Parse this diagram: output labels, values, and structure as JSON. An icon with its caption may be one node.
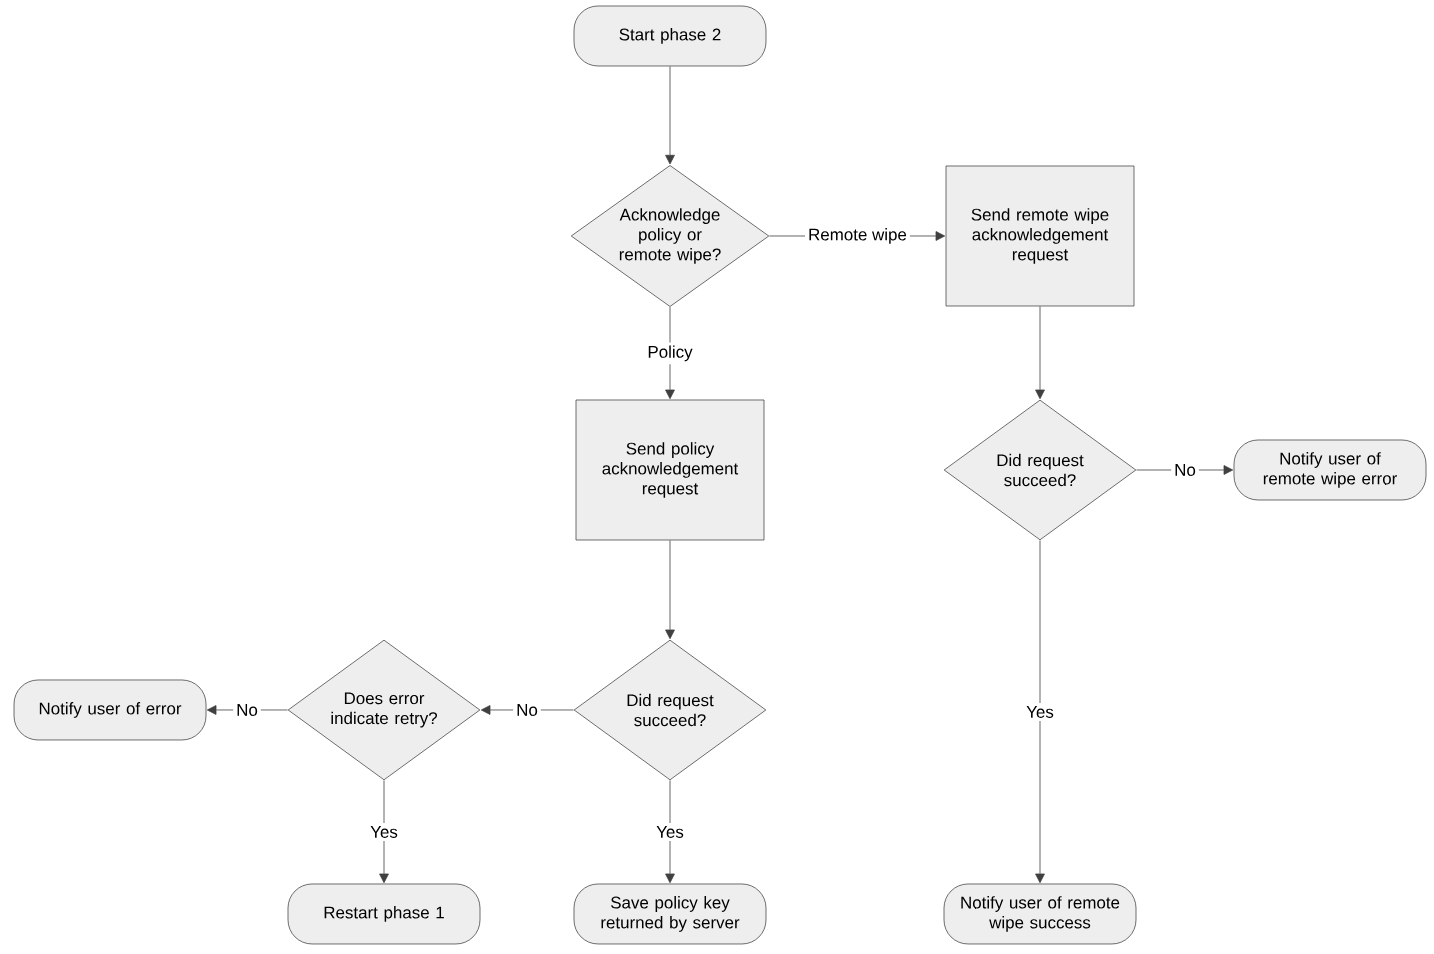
{
  "diagram": {
    "nodes": [
      {
        "text": [
          "Start phase 2"
        ]
      },
      {
        "text": [
          "Acknowledge policy or remote wipe?"
        ]
      },
      {
        "text": [
          "Send remote wipe acknowledgement request"
        ]
      },
      {
        "text": [
          "Send policy acknowledgement request"
        ]
      },
      {
        "text": [
          "Did request succeed?"
        ]
      },
      {
        "text": [
          "Notify user of remote wipe error"
        ]
      },
      {
        "text": [
          "Did request succeed?"
        ]
      },
      {
        "text": [
          "Does error indicate retry?"
        ]
      },
      {
        "text": [
          "Notify user of error"
        ]
      },
      {
        "text": [
          "Restart phase 1"
        ]
      },
      {
        "text": [
          "Save policy key returned by server"
        ]
      },
      {
        "text": [
          "Notify user of remote wipe success"
        ]
      }
    ],
    "edges": [
      {
        "from": 0,
        "to": 1,
        "arrow": "to"
      },
      {
        "from": 1,
        "to": 2,
        "arrow": "to",
        "label": "Remote wipe"
      },
      {
        "from": 1,
        "to": 3,
        "arrow": "to",
        "label": "Policy"
      },
      {
        "from": 2,
        "to": 4,
        "arrow": "to"
      },
      {
        "from": 4,
        "to": 5,
        "arrow": "to",
        "label": "No"
      },
      {
        "from": 4,
        "to": 11,
        "arrow": "to",
        "label": "Yes"
      },
      {
        "from": 3,
        "to": 6,
        "arrow": "to"
      },
      {
        "from": 6,
        "to": 7,
        "arrow": "to",
        "label": "No"
      },
      {
        "from": 6,
        "to": 10,
        "arrow": "to",
        "label": "Yes"
      },
      {
        "from": 7,
        "to": 8,
        "arrow": "to",
        "label": "No"
      },
      {
        "from": 7,
        "to": 9,
        "arrow": "to",
        "label": "Yes"
      }
    ]
  }
}
